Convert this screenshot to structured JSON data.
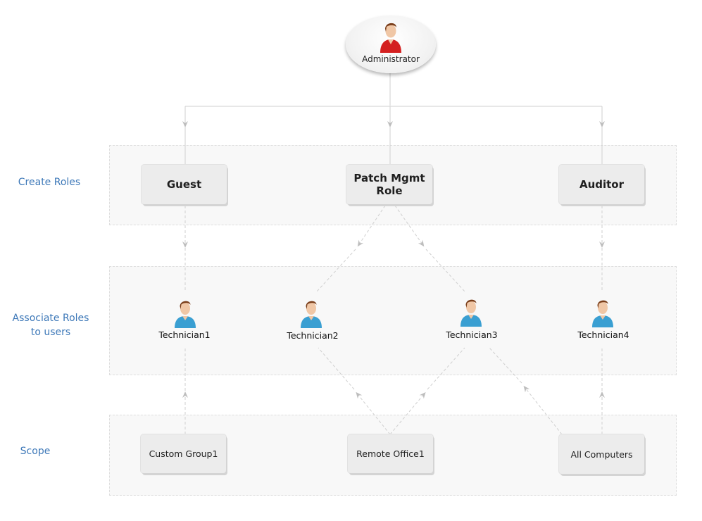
{
  "administrator": {
    "label": "Administrator",
    "icon": "administrator-person-icon"
  },
  "rows": {
    "create_roles": "Create Roles",
    "associate_line1": "Associate Roles",
    "associate_line2": "to users",
    "scope": "Scope"
  },
  "roles": [
    {
      "line1": "Guest",
      "line2": ""
    },
    {
      "line1": "Patch Mgmt",
      "line2": "Role"
    },
    {
      "line1": "Auditor",
      "line2": ""
    }
  ],
  "technicians": [
    "Technician1",
    "Technician2",
    "Technician3",
    "Technician4"
  ],
  "scopes": [
    "Custom Group1",
    "Remote Office1",
    "All Computers"
  ],
  "colors": {
    "row_label": "#3d78b8",
    "admin_shirt": "#d42020",
    "technician_shirt": "#3a9fd2",
    "connector": "#c8c8c8"
  }
}
